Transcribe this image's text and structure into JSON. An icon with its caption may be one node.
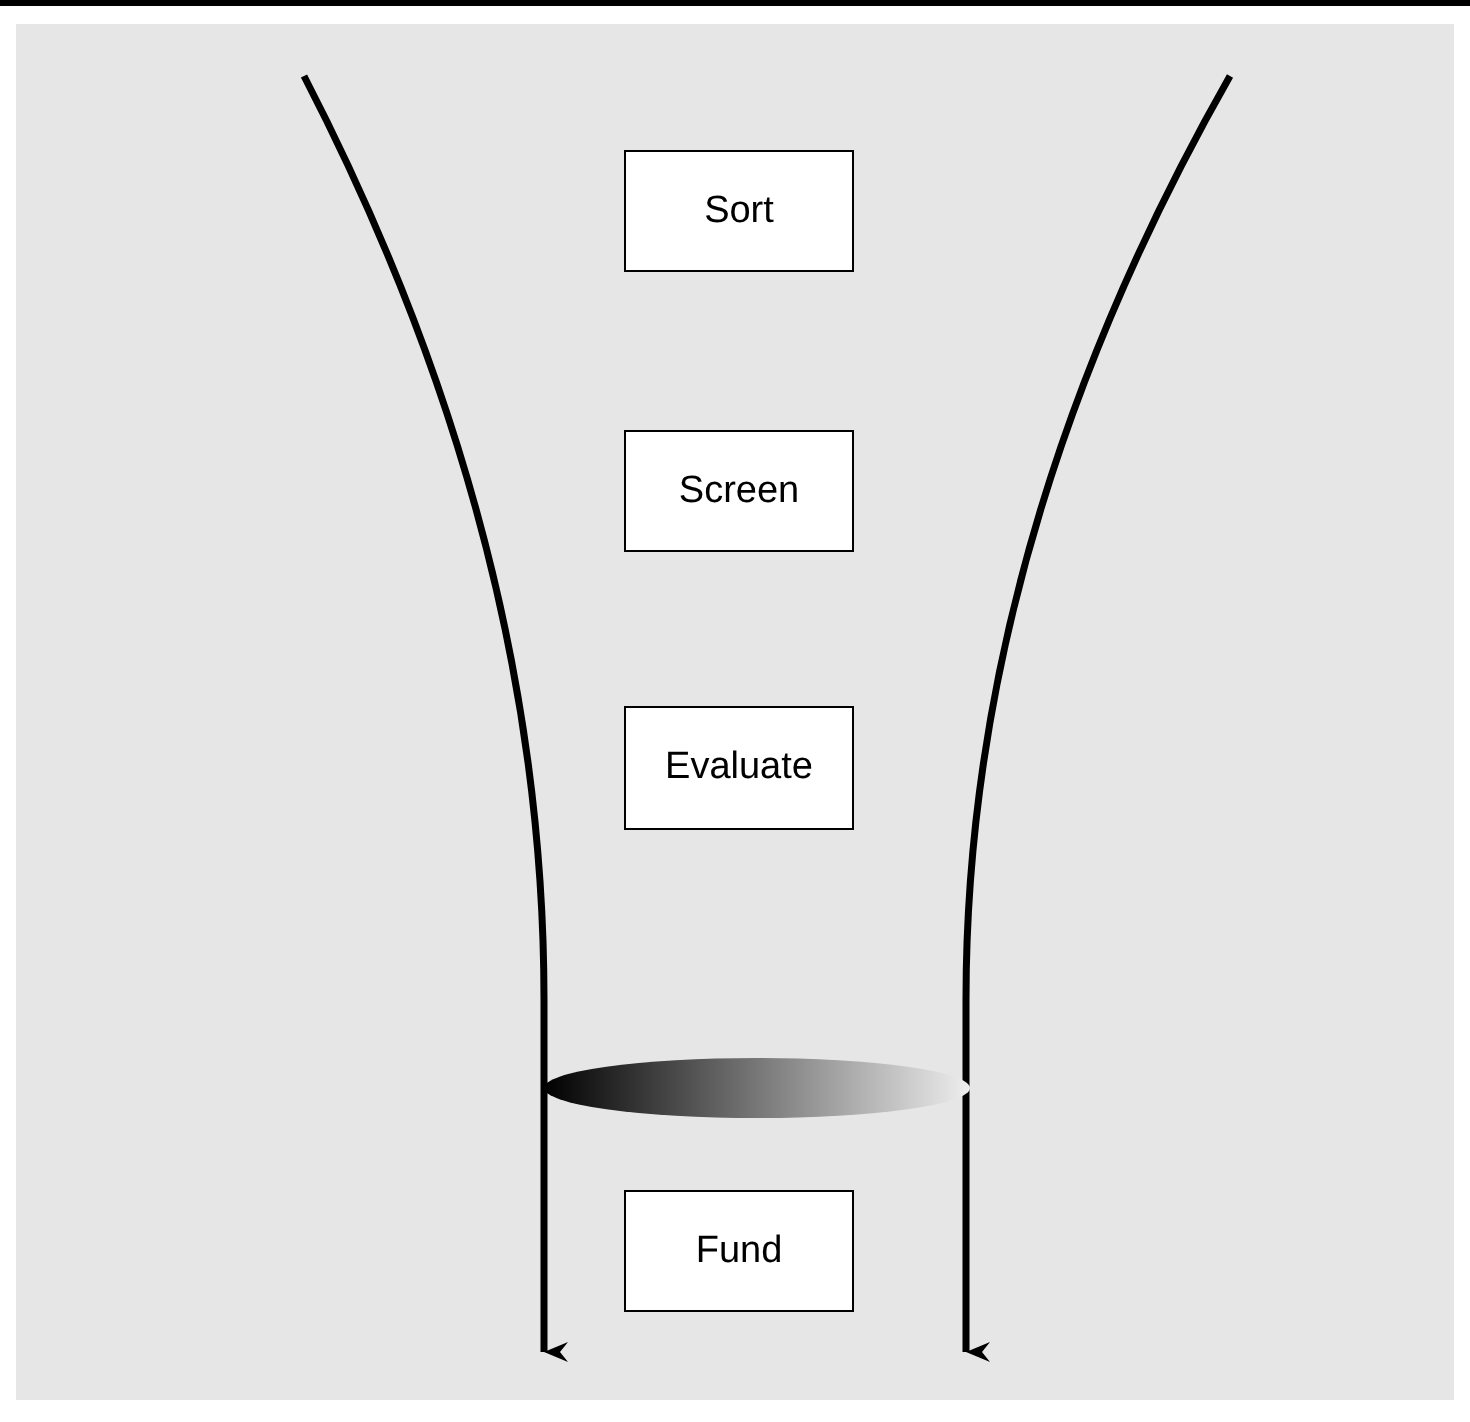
{
  "diagram": {
    "nodes": [
      {
        "text": [
          "Sort"
        ]
      },
      {
        "text": [
          "Screen"
        ]
      },
      {
        "text": [
          "Evaluate"
        ]
      },
      {
        "text": [],
        "shape": "ellipse"
      },
      {
        "text": [
          "Fund"
        ]
      }
    ]
  }
}
